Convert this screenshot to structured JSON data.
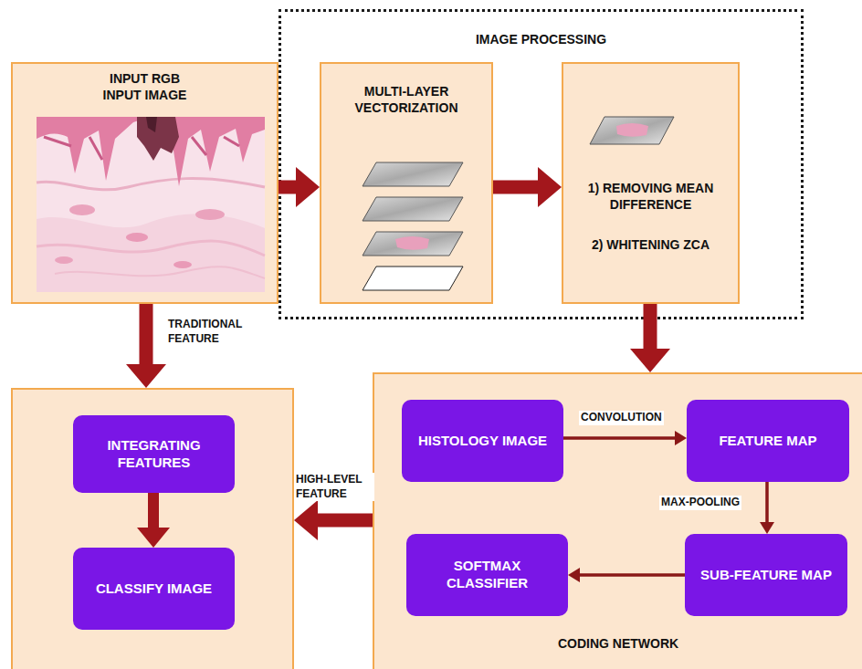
{
  "diagram": {
    "nodes": [
      {
        "text": [
          "INPUT RGB INPUT IMAGE"
        ]
      },
      {
        "text": [
          "IMAGE PROCESSING"
        ]
      },
      {
        "text": [
          "MULTI-LAYER VECTORIZATION"
        ],
        "in": 1
      },
      {
        "text": [
          "1) REMOVING MEAN DIFFERENCE",
          "2) WHITENING ZCA"
        ],
        "in": 1
      },
      {
        "text": []
      },
      {
        "text": [
          "INTEGRATING FEATURES"
        ],
        "in": 4
      },
      {
        "text": [
          "CLASSIFY IMAGE"
        ],
        "in": 4
      },
      {
        "text": [
          "CODING NETWORK"
        ]
      },
      {
        "text": [
          "HISTOLOGY IMAGE"
        ],
        "in": 7
      },
      {
        "text": [
          "FEATURE MAP"
        ],
        "in": 7
      },
      {
        "text": [
          "SUB-FEATURE MAP"
        ],
        "in": 7
      },
      {
        "text": [
          "SOFTMAX CLASSIFIER"
        ],
        "in": 7
      }
    ],
    "edges": [
      {
        "from": 0,
        "to": 2,
        "arrow": "to"
      },
      {
        "from": 2,
        "to": 3,
        "arrow": "to"
      },
      {
        "from": 3,
        "to": 7,
        "arrow": "to"
      },
      {
        "from": 0,
        "to": 4,
        "arrow": "to",
        "label": "TRADITIONAL FEATURE"
      },
      {
        "from": 7,
        "to": 4,
        "arrow": "to",
        "label": "HIGH-LEVEL FEATURE"
      },
      {
        "from": 5,
        "to": 6,
        "arrow": "to"
      },
      {
        "from": 8,
        "to": 9,
        "arrow": "to",
        "label": "CONVOLUTION"
      },
      {
        "from": 9,
        "to": 10,
        "arrow": "to",
        "label": "MAX-POOLING"
      },
      {
        "from": 10,
        "to": 11,
        "arrow": "to"
      }
    ]
  }
}
